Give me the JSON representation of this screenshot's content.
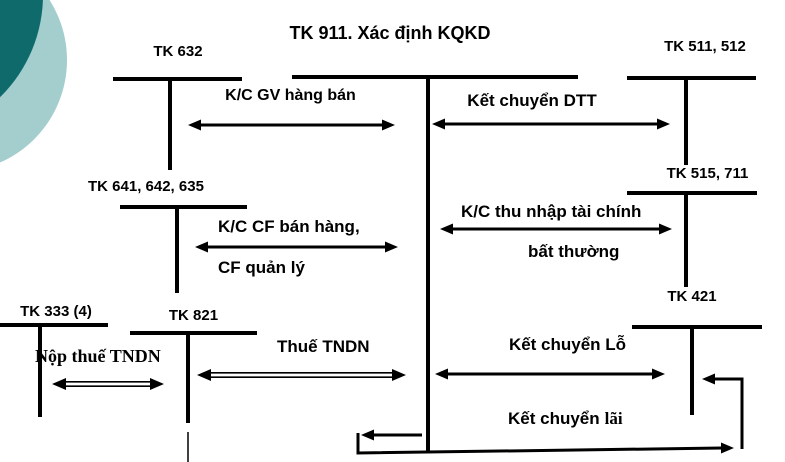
{
  "title": "TK 911. Xác định KQKD",
  "accounts": {
    "tk632": "TK 632",
    "tk511": "TK 511, 512",
    "tk641": "TK 641, 642, 635",
    "tk515": "TK 515, 711",
    "tk333": "TK 333 (4)",
    "tk821": "TK 821",
    "tk421": "TK 421"
  },
  "flows": {
    "kc_gv": "K/C GV hàng bán",
    "kc_dtt": "Kết chuyển DTT",
    "kc_cf_line1": "K/C CF bán hàng,",
    "kc_cf_line2": "CF quản lý",
    "kc_tn_line1": "K/C thu nhập tài chính",
    "kc_tn_line2": "bất thường",
    "nop_thue": "Nộp thuế TNDN",
    "thue": "Thuế TNDN",
    "kc_lo": "Kết chuyển Lỗ",
    "kc_lai_word1": "Kết chuyển",
    "kc_lai_word2": "lãi"
  },
  "colors": {
    "line": "#000000",
    "background": "#ffffff",
    "deco_dark_teal": "#0f6b6b",
    "deco_light_teal": "#a3cecd"
  }
}
